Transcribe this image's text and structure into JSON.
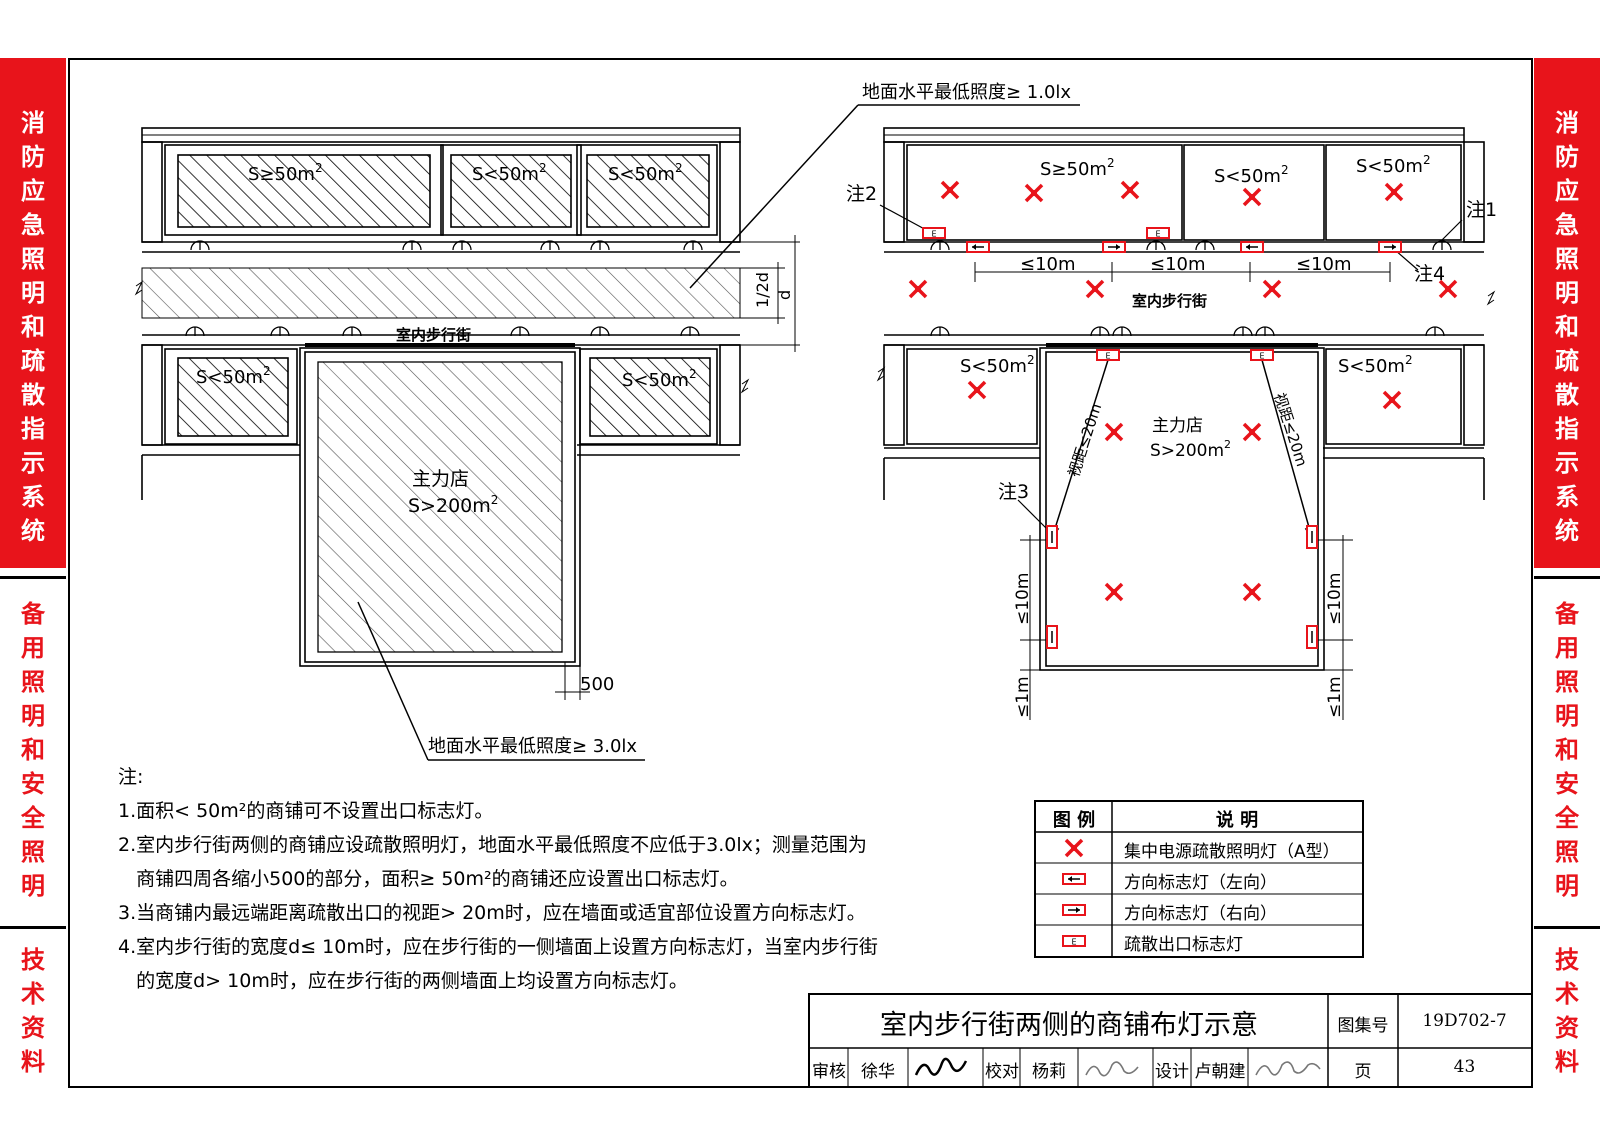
{
  "sidebar_left": {
    "section1": [
      "消",
      "防",
      "应",
      "急",
      "照",
      "明",
      "和",
      "疏",
      "散",
      "指",
      "示",
      "系",
      "统"
    ],
    "section2": [
      "备",
      "用",
      "照",
      "明",
      "和",
      "安",
      "全",
      "照",
      "明"
    ],
    "section3": [
      "技",
      "术",
      "资",
      "料"
    ]
  },
  "sidebar_right": {
    "section1": [
      "消",
      "防",
      "应",
      "急",
      "照",
      "明",
      "和",
      "疏",
      "散",
      "指",
      "示",
      "系",
      "统"
    ],
    "section2": [
      "备",
      "用",
      "照",
      "明",
      "和",
      "安",
      "全",
      "照",
      "明"
    ],
    "section3": [
      "技",
      "术",
      "资",
      "料"
    ]
  },
  "colors": {
    "accent": "#e8141b",
    "line": "#000000"
  },
  "left_plan": {
    "callout_top": "地面水平最低照度≥ 1.0lx",
    "callout_bottom": "地面水平最低照度≥ 3.0lx",
    "shop_large": "S≥50m",
    "shop_small": "S<50m",
    "sup2": "2",
    "street_label": "室内步行街",
    "anchor_name": "主力店",
    "anchor_area": "S>200m",
    "dim_half_d": "1/2d",
    "dim_d": "d",
    "dim_500": "500"
  },
  "right_plan": {
    "note1": "注1",
    "note2": "注2",
    "note3": "注3",
    "note4": "注4",
    "spacing": "≤10m",
    "street_label": "室内步行街",
    "anchor_name": "主力店",
    "anchor_area": "S>200m",
    "sight_left": "视距≤20m",
    "sight_right": "视距≤20m",
    "dim_10m": "≤10m",
    "dim_1m": "≤1m",
    "shop_large": "S≥50m",
    "shop_small": "S<50m",
    "sup2": "2"
  },
  "notes": {
    "heading": "注:",
    "items": [
      "1.面积< 50m²的商铺可不设置出口标志灯。",
      "2.室内步行街两侧的商铺应设疏散照明灯，地面水平最低照度不应低于3.0lx；测量范围为",
      "   商铺四周各缩小500的部分，面积≥ 50m²的商铺还应设置出口标志灯。",
      "3.当商铺内最远端距离疏散出口的视距> 20m时，应在墙面或适宜部位设置方向标志灯。",
      "4.室内步行街的宽度d≤ 10m时，应在步行街的一侧墙面上设置方向标志灯，当室内步行街",
      "   的宽度d> 10m时，应在步行街的两侧墙面上均设置方向标志灯。"
    ]
  },
  "legend": {
    "col_symbol": "图  例",
    "col_desc": "说  明",
    "rows": [
      {
        "icon": "cross-lamp",
        "text": "集中电源疏散照明灯（A型）"
      },
      {
        "icon": "arrow-left-sign",
        "text": "方向标志灯（左向）"
      },
      {
        "icon": "arrow-right-sign",
        "text": "方向标志灯（右向）"
      },
      {
        "icon": "exit-sign",
        "text": "疏散出口标志灯"
      }
    ]
  },
  "titleblock": {
    "title": "室内步行街两侧的商铺布灯示意",
    "atlas_label": "图集号",
    "atlas_no": "19D702-7",
    "review_label": "审核",
    "review_name": "徐华",
    "check_label": "校对",
    "check_name": "杨莉",
    "design_label": "设计",
    "design_name": "卢朝建",
    "page_label": "页",
    "page_no": "43"
  }
}
